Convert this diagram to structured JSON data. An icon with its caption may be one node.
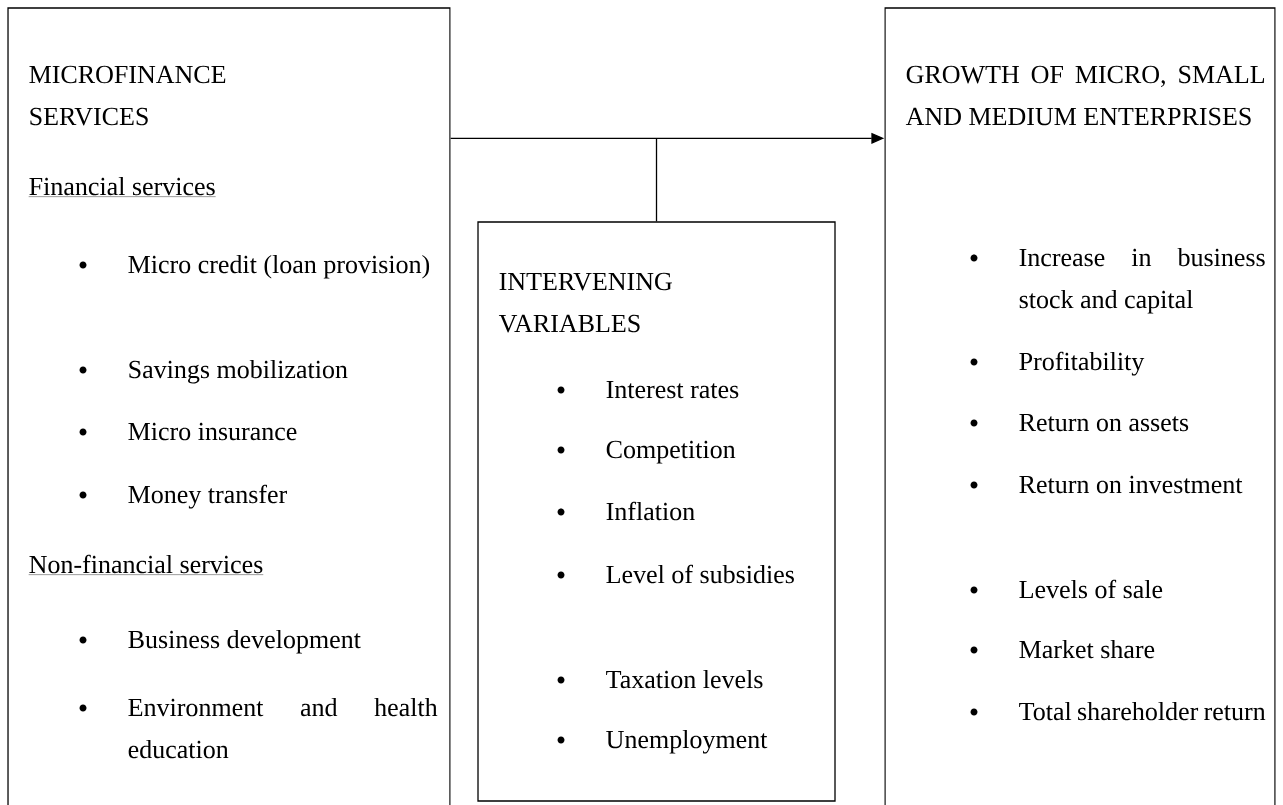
{
  "diagram": {
    "nodes": [
      {
        "text": [
          "MICROFINANCE SERVICES",
          "Financial services",
          "Micro credit (loan provision)",
          "Savings mobilization",
          "Micro insurance",
          "Money transfer",
          "Non-financial services",
          "Business development",
          "Environment and health education"
        ]
      },
      {
        "text": [
          "INTERVENING VARIABLES",
          "Interest rates",
          "Competition",
          "Inflation",
          "Level of subsidies",
          "Taxation levels",
          "Unemployment"
        ]
      },
      {
        "text": [
          "GROWTH OF MICRO, SMALL AND MEDIUM ENTERPRISES",
          "Increase in business stock and capital",
          "Profitability",
          "Return on assets",
          "Return on investment",
          "Levels of sale",
          "Market share",
          "Total shareholder return"
        ]
      }
    ],
    "edges": [
      {
        "from": 0,
        "to": 2,
        "arrow": "to"
      },
      {
        "from": 1,
        "to": null,
        "arrow": "none"
      }
    ]
  }
}
